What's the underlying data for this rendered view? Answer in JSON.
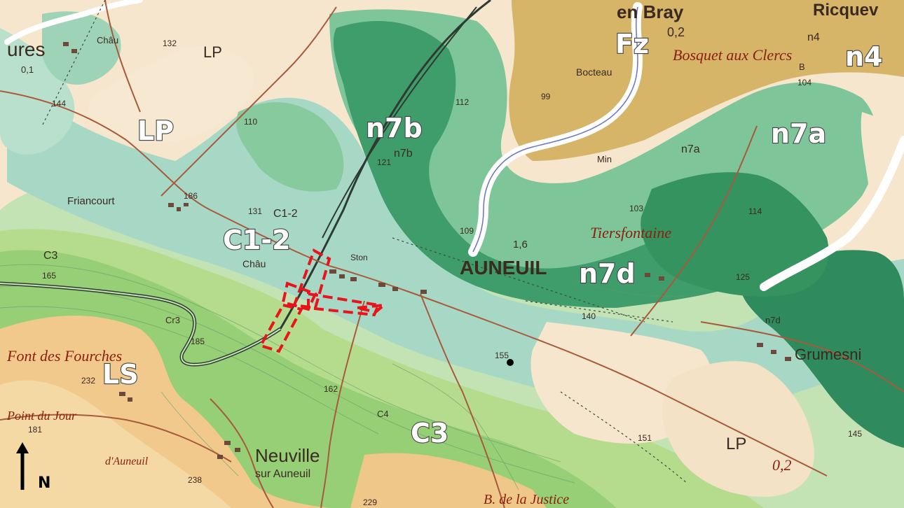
{
  "geology_units": {
    "LP_nw": "LP",
    "LP_w": "LP",
    "LP_se": "LP",
    "n7b": "n7b",
    "n7a": "n7a",
    "n7d": "n7d",
    "Fz": "Fz",
    "n4": "n4",
    "C1_2": "C1-2",
    "C3_s": "C3",
    "LS": "LS"
  },
  "printed_labels": {
    "ures": "ures",
    "en_bray": "en Bray",
    "ricquev": "Ricquev",
    "bosquet": "Bosquet aux Clercs",
    "bocteau": "Bocteau",
    "friancourt": "Friancourt",
    "auneuil": "AUNEUIL",
    "tiersfontaine": "Tiersfontaine",
    "grumesni": "Grumesni",
    "neuville": "Neuville",
    "sur_auneuil": "sur Auneuil",
    "font_des_fourches": "Font des Fourches",
    "point_du_jour": "Point du Jour",
    "d_auneuil": "d'Auneuil",
    "de_la_justice": "B. de la Justice",
    "small_c3": "C3",
    "small_n7b": "n7b",
    "small_n7a": "n7a",
    "small_n4": "n4",
    "small_c12": "C1-2",
    "small_c4": "C4",
    "chau": "Châu",
    "chau2": "Châu",
    "ston": "Ston",
    "min": "Min",
    "b": "B",
    "n7d_small": "n7d",
    "cr3": "Cr3",
    "val_02a": "0,2",
    "val_02b": "0,2",
    "val_01": "0,1",
    "val_16": "1,6",
    "lp_small": "LP"
  },
  "spot_heights": [
    "132",
    "144",
    "110",
    "121",
    "112",
    "99",
    "104",
    "131",
    "109",
    "103",
    "114",
    "125",
    "140",
    "165",
    "185",
    "232",
    "162",
    "155",
    "151",
    "145",
    "238",
    "229",
    "181",
    "186"
  ],
  "north_arrow": {
    "letter": "N",
    "icon": "north-arrow-icon"
  },
  "colors": {
    "paper": "#f3e4cc",
    "lp_beige": "#f6e7cf",
    "light_green": "#bcdcb0",
    "pale_teal": "#a6d7c4",
    "mid_green": "#78c494",
    "dark_green": "#3f9e6c",
    "olive_green": "#8fcf7a",
    "yellow_green": "#c9e38f",
    "tan": "#d9b769",
    "sand": "#f0c88a",
    "river": "#ffffff",
    "road": "#b0563a",
    "rail": "#333333",
    "highlight": "#e8141c"
  }
}
